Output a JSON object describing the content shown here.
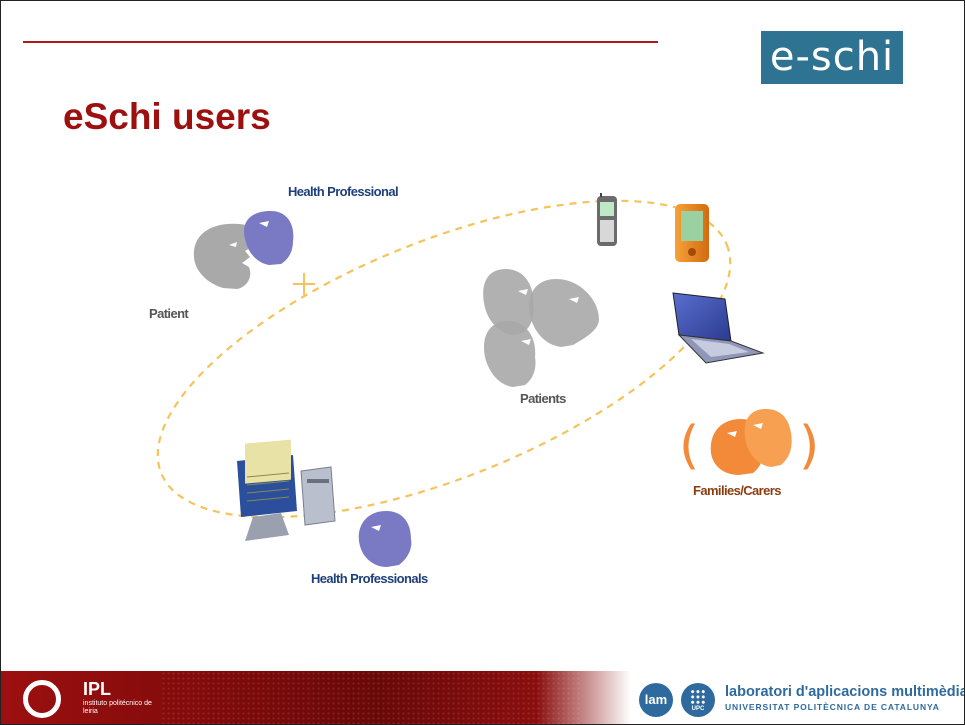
{
  "header": {
    "logo_text": "e-schi",
    "title": "eSchi users",
    "rule_color": "#b01818",
    "logo_bg": "#2e7391",
    "title_color": "#9c1010"
  },
  "diagram": {
    "labels": {
      "health_professional": "Health Professional",
      "patient": "Patient",
      "patients": "Patients",
      "families_carers": "Families/Carers",
      "health_professionals": "Health Professionals"
    },
    "icons": [
      "mask-icon",
      "plus-icon",
      "mobile-phone-icon",
      "pda-icon",
      "laptop-icon",
      "desktop-computer-icon"
    ],
    "colors": {
      "ellipse": "#f5c35a",
      "patient_mask": "#a8a8a8",
      "professional_mask": "#7a79c4",
      "family_mask": "#f28a3a"
    }
  },
  "footer": {
    "ipl_name": "IPL",
    "ipl_sub": "instituto politécnico de leiria",
    "lam_badge": "lam",
    "upc_badge": "UPC",
    "lam_title": "laboratori d'aplicacions multimèdia",
    "lam_subtitle": "UNIVERSITAT POLITÈCNICA DE CATALUNYA"
  }
}
